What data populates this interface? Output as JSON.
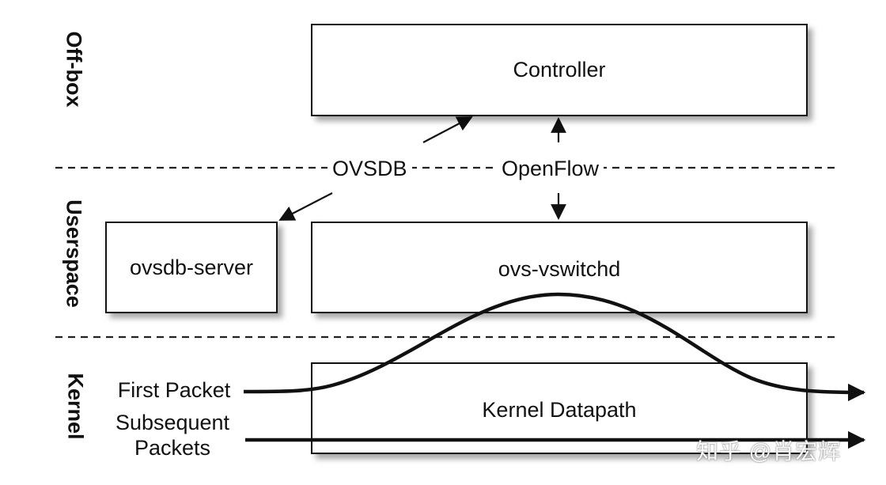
{
  "layers": {
    "offbox": "Off-box",
    "userspace": "Userspace",
    "kernel": "Kernel"
  },
  "boxes": {
    "controller": "Controller",
    "ovsdb_server": "ovsdb-server",
    "ovs_vswitchd": "ovs-vswitchd",
    "kernel_datapath": "Kernel Datapath"
  },
  "protocols": {
    "ovsdb": "OVSDB",
    "openflow": "OpenFlow"
  },
  "packets": {
    "first": "First Packet",
    "subsequent": "Subsequent\nPackets"
  },
  "watermark": "知乎 @肖宏辉"
}
